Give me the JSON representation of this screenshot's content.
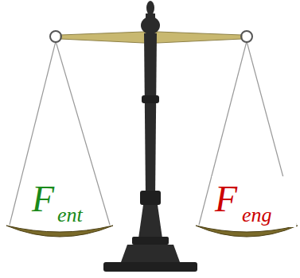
{
  "diagram": {
    "labels": [
      "F",
      "ent",
      "F",
      "eng"
    ]
  }
}
